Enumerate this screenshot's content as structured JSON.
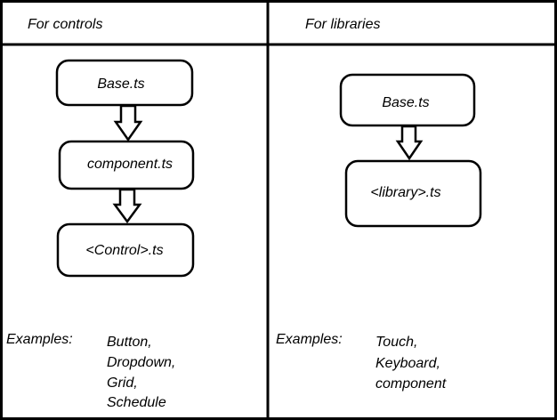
{
  "columns": [
    {
      "header": "For controls",
      "boxes": [
        "Base.ts",
        "component.ts",
        "<Control>.ts"
      ],
      "examples_label": "Examples:",
      "examples": [
        "Button,",
        "Dropdown,",
        "Grid,",
        "Schedule"
      ]
    },
    {
      "header": "For libraries",
      "boxes": [
        "Base.ts",
        "<library>.ts"
      ],
      "examples_label": "Examples:",
      "examples": [
        "Touch,",
        "Keyboard,",
        "component"
      ]
    }
  ],
  "colors": {
    "line": "#000000",
    "background": "#ffffff",
    "text": "#000000"
  }
}
